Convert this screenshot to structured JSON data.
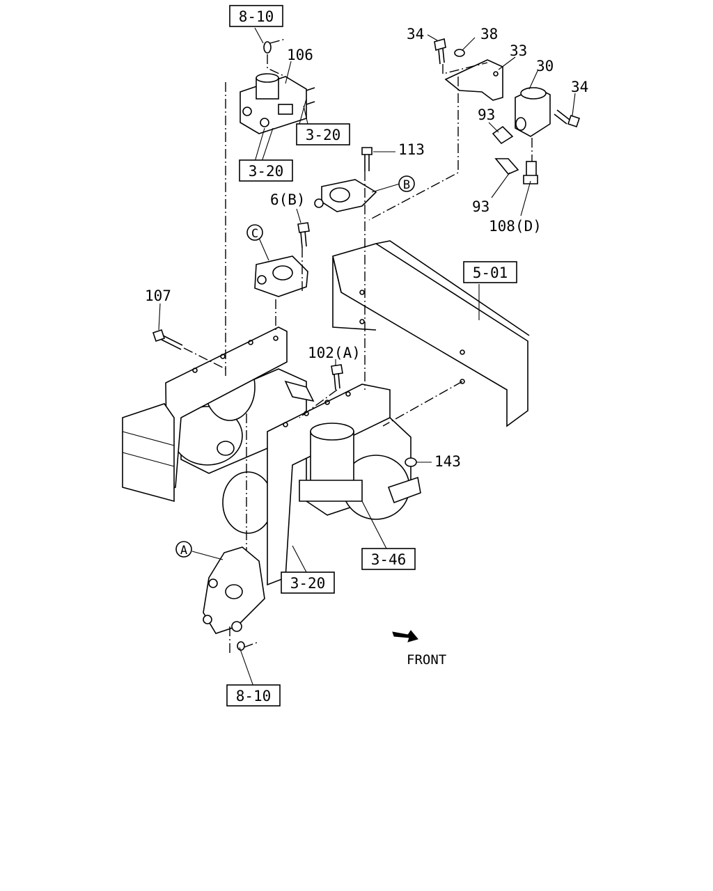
{
  "callouts": {
    "c106": "106",
    "c34a": "34",
    "c38": "38",
    "c33": "33",
    "c30": "30",
    "c34b": "34",
    "c93a": "93",
    "c93b": "93",
    "c108d": "108(D)",
    "c113": "113",
    "c6b": "6(B)",
    "c107": "107",
    "c102a": "102(A)",
    "c143": "143"
  },
  "ref_boxes": {
    "r810_top": "8-10",
    "r320_a": "3-20",
    "r320_b": "3-20",
    "r501": "5-01",
    "r346": "3-46",
    "r320_c": "3-20",
    "r810_bottom": "8-10"
  },
  "circle_labels": {
    "a": "A",
    "b": "B",
    "c": "C"
  },
  "direction": {
    "label": "FRONT",
    "icon": "front-arrow-icon"
  }
}
